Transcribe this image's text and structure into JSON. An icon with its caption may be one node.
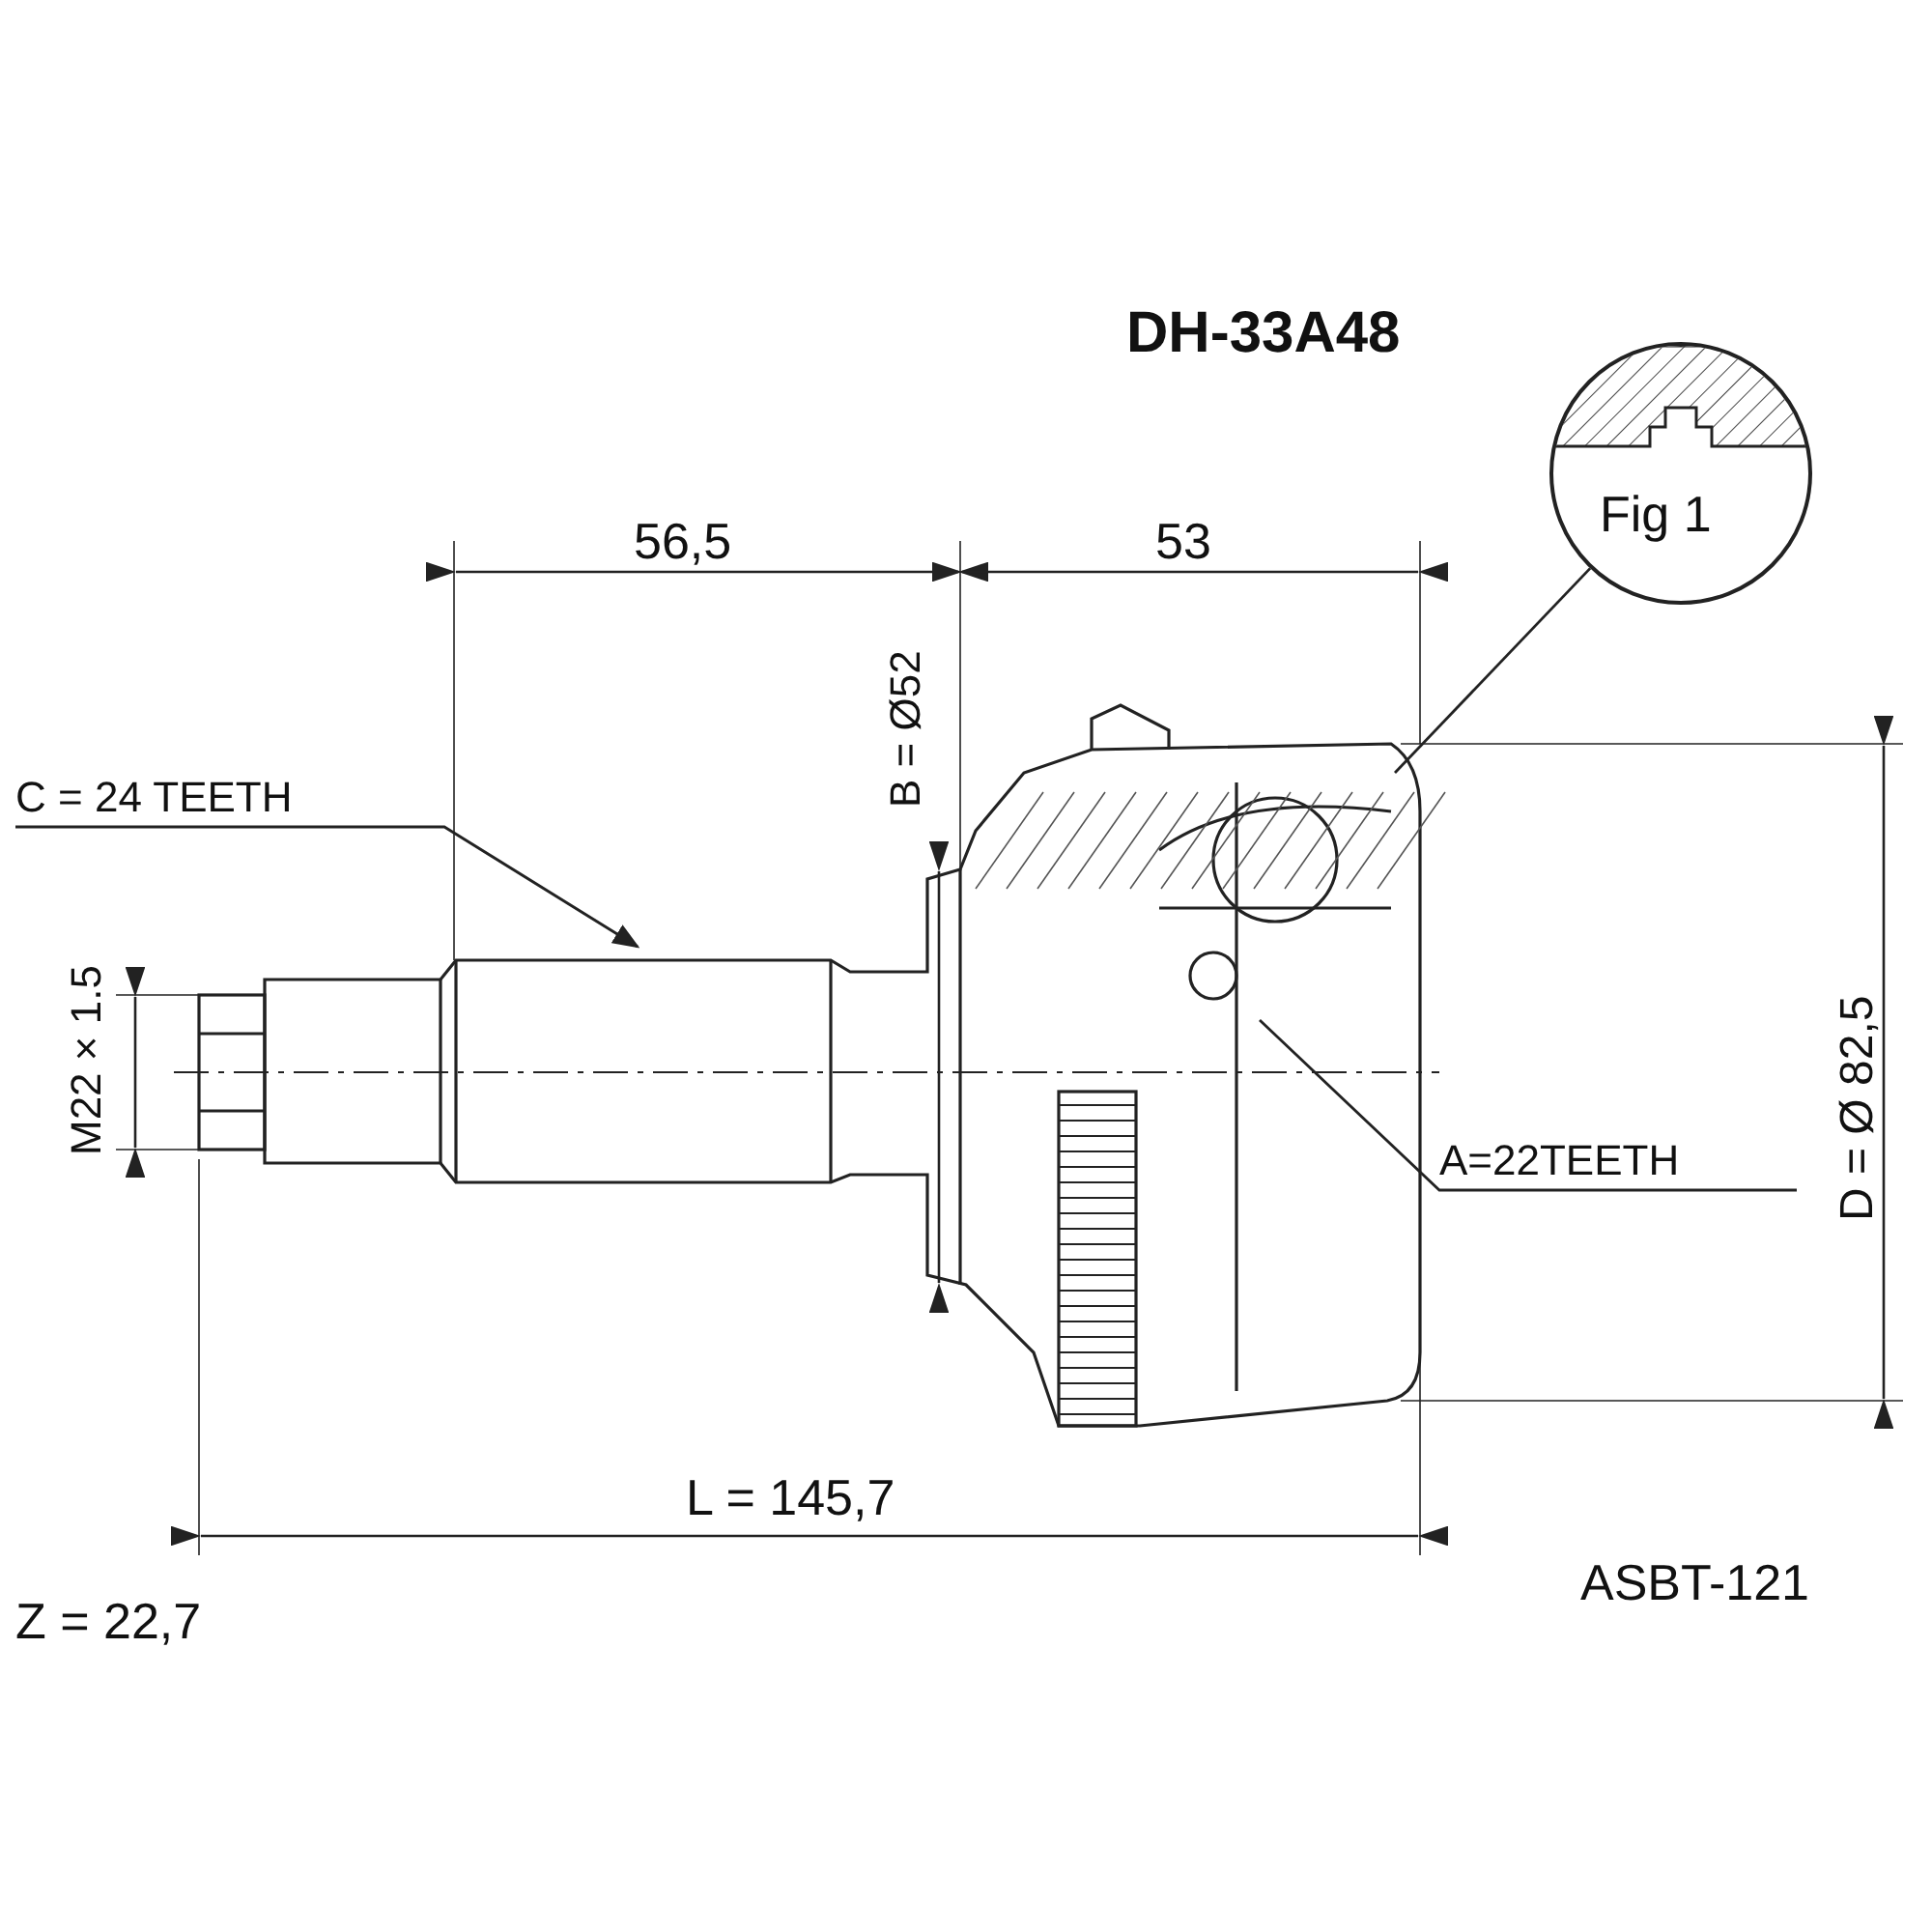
{
  "diagram": {
    "nodes": [
      {
        "text": [
          "C  = 24 TEETH"
        ]
      },
      {
        "text": [
          "A=22TEETH"
        ]
      },
      {
        "text": [
          "Fig 1"
        ]
      }
    ],
    "edges": [
      {
        "from": 0,
        "to": null,
        "arrow": "to"
      },
      {
        "from": 1,
        "to": null,
        "arrow": "none"
      },
      {
        "from": 2,
        "to": null,
        "arrow": "none"
      }
    ],
    "labels": [
      "DH-33A48",
      "56,5",
      "53",
      "B = Ø52",
      "M22 × 1.5",
      "D = Ø 82,5",
      "L = 145,7",
      "Z = 22,7",
      "ASBT-121"
    ]
  }
}
